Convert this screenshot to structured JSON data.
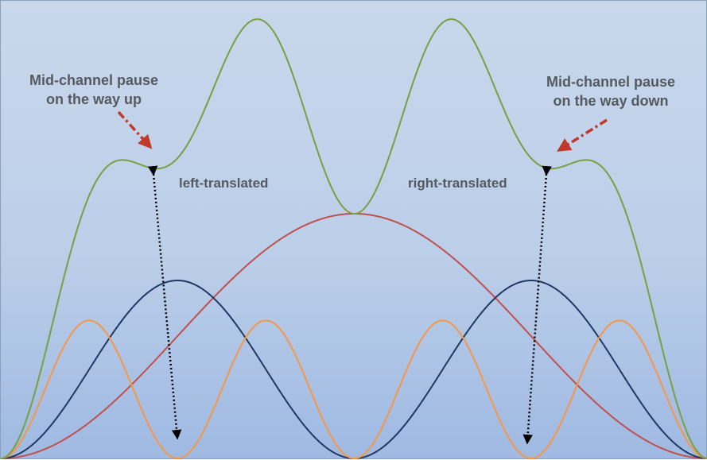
{
  "annotations": {
    "pause_up_line1": "Mid-channel pause",
    "pause_up_line2": "on the way up",
    "pause_down_line1": "Mid-channel pause",
    "pause_down_line2": "on the way down",
    "left_translated": "left-translated",
    "right_translated": "right-translated"
  },
  "colors": {
    "background_top": "#c9d7eb",
    "background_bottom": "#9fb9e2",
    "composite": "#77a043",
    "long_cycle": "#c0504d",
    "medium_cycle": "#1f3864",
    "short_cycle": "#f79646",
    "pause_arrow": "#c0392b",
    "translation_arrow": "#000000",
    "label_text": "#555a60"
  },
  "chart_data": {
    "type": "line",
    "x_domain": [
      0,
      1
    ],
    "y_domain": [
      0,
      1
    ],
    "series": [
      {
        "key": "long",
        "cycles": 1,
        "amplitude": 0.55,
        "color_key": "long_cycle"
      },
      {
        "key": "medium",
        "cycles": 2,
        "amplitude": 0.4,
        "color_key": "medium_cycle"
      },
      {
        "key": "short",
        "cycles": 4,
        "amplitude": 0.31,
        "color_key": "short_cycle"
      },
      {
        "key": "composite",
        "sum_of": [
          "long",
          "medium",
          "short"
        ],
        "color_key": "composite"
      }
    ]
  }
}
